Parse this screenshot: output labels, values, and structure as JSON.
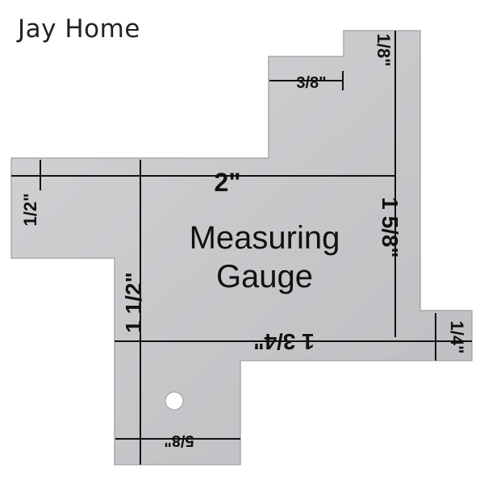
{
  "brand": {
    "name": "Jay Home"
  },
  "gauge": {
    "title_line1": "Measuring",
    "title_line2": "Gauge",
    "labels": {
      "two_inch": "2\"",
      "one_half_left": "1/2\"",
      "three_eighths": "3/8\"",
      "one_eighth": "1/8\"",
      "one_five_eighths": "1 5/8\"",
      "one_and_half": "1 1/2\"",
      "one_three_quarters": "1 3/4\"",
      "one_quarter": "1/4\"",
      "five_eighths": "5/8\""
    }
  },
  "colors": {
    "background": "#ffffff",
    "ruler_fill": "#c9c8ca",
    "ruler_edge": "#a9a8ab",
    "marking": "#111111"
  }
}
